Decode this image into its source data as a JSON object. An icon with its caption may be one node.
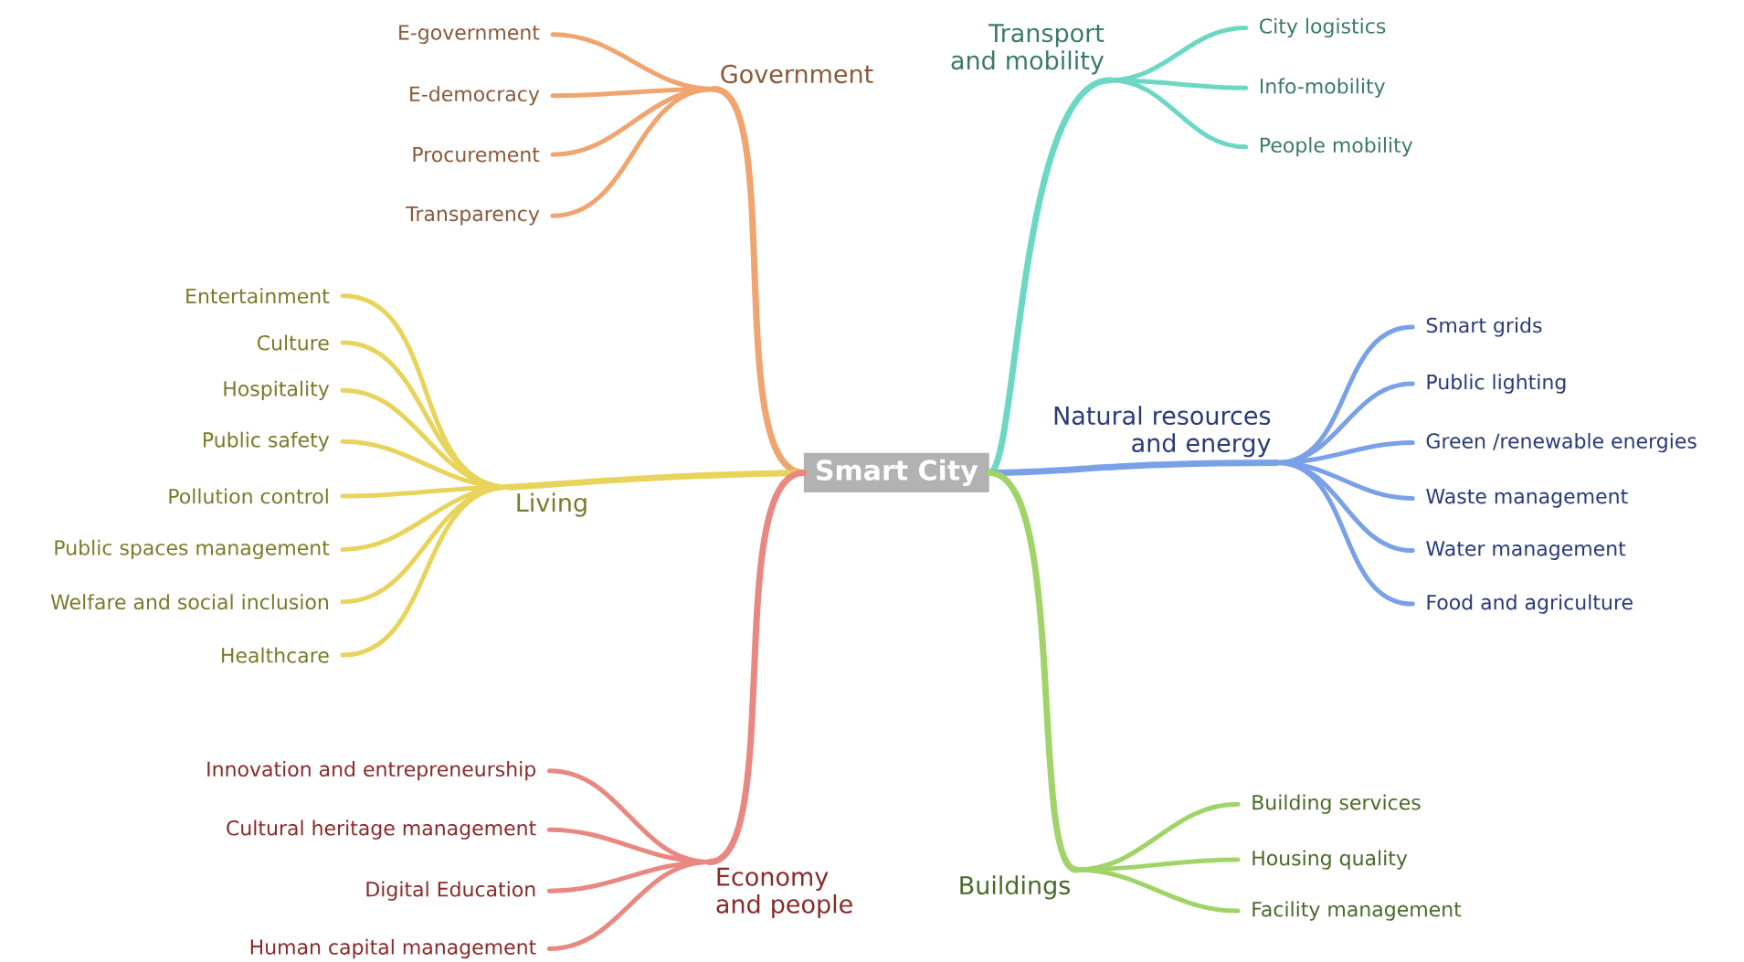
{
  "diagram": {
    "nodes": [
      {
        "text": [
          "Smart City"
        ]
      },
      {
        "text": [
          "Government"
        ]
      },
      {
        "text": [
          "E-government"
        ]
      },
      {
        "text": [
          "E-democracy"
        ]
      },
      {
        "text": [
          "Procurement"
        ]
      },
      {
        "text": [
          "Transparency"
        ]
      },
      {
        "text": [
          "Transport and mobility"
        ]
      },
      {
        "text": [
          "City logistics"
        ]
      },
      {
        "text": [
          "Info-mobility"
        ]
      },
      {
        "text": [
          "People mobility"
        ]
      },
      {
        "text": [
          "Living"
        ]
      },
      {
        "text": [
          "Entertainment"
        ]
      },
      {
        "text": [
          "Culture"
        ]
      },
      {
        "text": [
          "Hospitality"
        ]
      },
      {
        "text": [
          "Public safety"
        ]
      },
      {
        "text": [
          "Pollution control"
        ]
      },
      {
        "text": [
          "Public spaces management"
        ]
      },
      {
        "text": [
          "Welfare and social inclusion"
        ]
      },
      {
        "text": [
          "Healthcare"
        ]
      },
      {
        "text": [
          "Natural resources and energy"
        ]
      },
      {
        "text": [
          "Smart grids"
        ]
      },
      {
        "text": [
          "Public lighting"
        ]
      },
      {
        "text": [
          "Green /renewable energies"
        ]
      },
      {
        "text": [
          "Waste management"
        ]
      },
      {
        "text": [
          "Water management"
        ]
      },
      {
        "text": [
          "Food and agriculture"
        ]
      },
      {
        "text": [
          "Economy and people"
        ]
      },
      {
        "text": [
          "Innovation and entrepreneurship"
        ]
      },
      {
        "text": [
          "Cultural heritage management"
        ]
      },
      {
        "text": [
          "Digital Education"
        ]
      },
      {
        "text": [
          "Human capital management"
        ]
      },
      {
        "text": [
          "Buildings"
        ]
      },
      {
        "text": [
          "Building services"
        ]
      },
      {
        "text": [
          "Housing quality"
        ]
      },
      {
        "text": [
          "Facility management"
        ]
      }
    ],
    "edges": [
      {
        "from": 0,
        "to": 1,
        "arrow": "none",
        "color": "#f0a470"
      },
      {
        "from": 1,
        "to": 2,
        "arrow": "none",
        "color": "#f0a470"
      },
      {
        "from": 1,
        "to": 3,
        "arrow": "none",
        "color": "#f0a470"
      },
      {
        "from": 1,
        "to": 4,
        "arrow": "none",
        "color": "#f0a470"
      },
      {
        "from": 1,
        "to": 5,
        "arrow": "none",
        "color": "#f0a470"
      },
      {
        "from": 0,
        "to": 6,
        "arrow": "none",
        "color": "#6cd8c4"
      },
      {
        "from": 6,
        "to": 7,
        "arrow": "none",
        "color": "#6cd8c4"
      },
      {
        "from": 6,
        "to": 8,
        "arrow": "none",
        "color": "#6cd8c4"
      },
      {
        "from": 6,
        "to": 9,
        "arrow": "none",
        "color": "#6cd8c4"
      },
      {
        "from": 0,
        "to": 10,
        "arrow": "none",
        "color": "#e8d45c"
      },
      {
        "from": 10,
        "to": 11,
        "arrow": "none",
        "color": "#e8d45c"
      },
      {
        "from": 10,
        "to": 12,
        "arrow": "none",
        "color": "#e8d45c"
      },
      {
        "from": 10,
        "to": 13,
        "arrow": "none",
        "color": "#e8d45c"
      },
      {
        "from": 10,
        "to": 14,
        "arrow": "none",
        "color": "#e8d45c"
      },
      {
        "from": 10,
        "to": 15,
        "arrow": "none",
        "color": "#e8d45c"
      },
      {
        "from": 10,
        "to": 16,
        "arrow": "none",
        "color": "#e8d45c"
      },
      {
        "from": 10,
        "to": 17,
        "arrow": "none",
        "color": "#e8d45c"
      },
      {
        "from": 10,
        "to": 18,
        "arrow": "none",
        "color": "#e8d45c"
      },
      {
        "from": 0,
        "to": 19,
        "arrow": "none",
        "color": "#7aa0e8"
      },
      {
        "from": 19,
        "to": 20,
        "arrow": "none",
        "color": "#7aa0e8"
      },
      {
        "from": 19,
        "to": 21,
        "arrow": "none",
        "color": "#7aa0e8"
      },
      {
        "from": 19,
        "to": 22,
        "arrow": "none",
        "color": "#7aa0e8"
      },
      {
        "from": 19,
        "to": 23,
        "arrow": "none",
        "color": "#7aa0e8"
      },
      {
        "from": 19,
        "to": 24,
        "arrow": "none",
        "color": "#7aa0e8"
      },
      {
        "from": 19,
        "to": 25,
        "arrow": "none",
        "color": "#7aa0e8"
      },
      {
        "from": 0,
        "to": 26,
        "arrow": "none",
        "color": "#e88880"
      },
      {
        "from": 26,
        "to": 27,
        "arrow": "none",
        "color": "#e88880"
      },
      {
        "from": 26,
        "to": 28,
        "arrow": "none",
        "color": "#e88880"
      },
      {
        "from": 26,
        "to": 29,
        "arrow": "none",
        "color": "#e88880"
      },
      {
        "from": 26,
        "to": 30,
        "arrow": "none",
        "color": "#e88880"
      },
      {
        "from": 0,
        "to": 31,
        "arrow": "none",
        "color": "#a0d468"
      },
      {
        "from": 31,
        "to": 32,
        "arrow": "none",
        "color": "#a0d468"
      },
      {
        "from": 31,
        "to": 33,
        "arrow": "none",
        "color": "#a0d468"
      },
      {
        "from": 31,
        "to": 34,
        "arrow": "none",
        "color": "#a0d468"
      }
    ]
  }
}
